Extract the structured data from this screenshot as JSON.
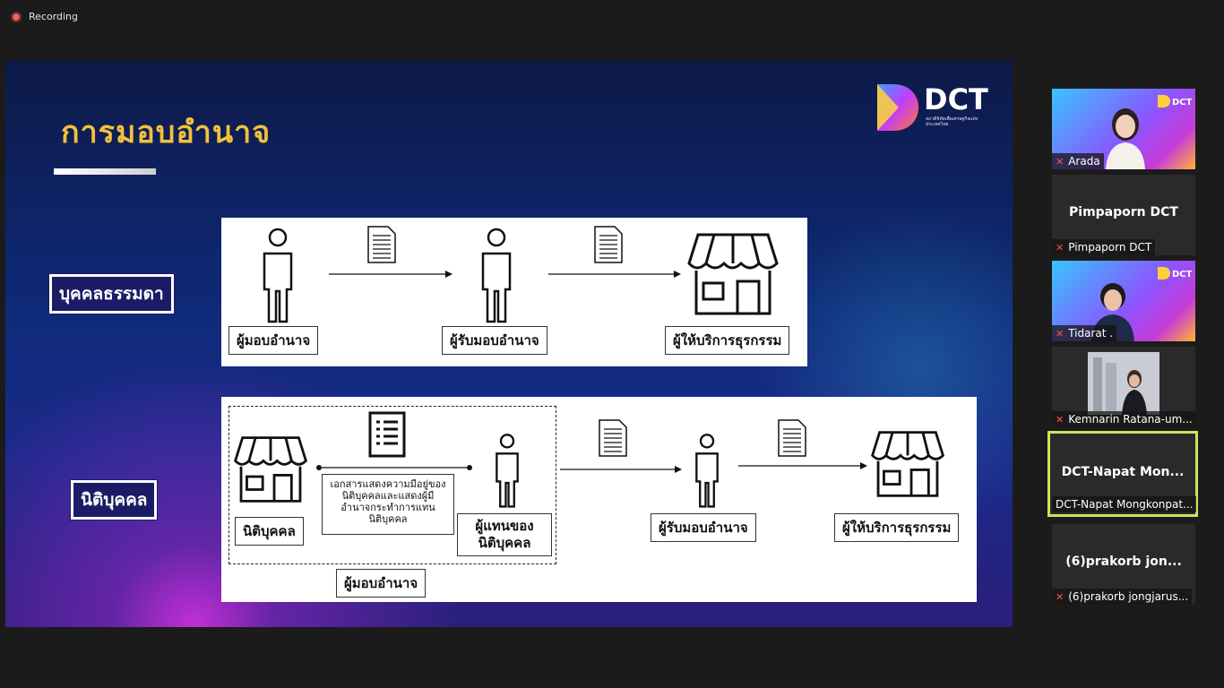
{
  "recording": {
    "label": "Recording"
  },
  "slide": {
    "title": "การมอบอำนาจ",
    "logo": {
      "word": "DCT",
      "subtitle": "สภาดิจิทัลเพื่อเศรษฐกิจแห่งประเทศไทย"
    },
    "section1": {
      "tag": "บุคคลธรรมดา",
      "labels": {
        "grantor": "ผู้มอบอำนาจ",
        "grantee": "ผู้รับมอบอำนาจ",
        "provider": "ผู้ให้บริการธุรกรรม"
      }
    },
    "section2": {
      "tag": "นิติบุคคล",
      "labels": {
        "entity": "นิติบุคคล",
        "document": "เอกสารแสดงความมีอยู่ของนิติบุคคลและแสดงผู้มีอำนาจกระทำการแทนนิติบุคคล",
        "representative": "ผู้แทนของนิติบุคคล",
        "grantee": "ผู้รับมอบอำนาจ",
        "provider": "ผู้ให้บริการธุรกรรม",
        "grantor": "ผู้มอบอำนาจ"
      }
    }
  },
  "participants": [
    {
      "name": "Arada",
      "muted": true,
      "video": true,
      "active": false
    },
    {
      "name": "Pimpaporn DCT",
      "display": "Pimpaporn DCT",
      "muted": true,
      "video": false,
      "active": false
    },
    {
      "name": "Tidarat .",
      "muted": true,
      "video": true,
      "active": false
    },
    {
      "name": "Kemnarin Ratana-um...",
      "muted": true,
      "video": true,
      "active": false
    },
    {
      "name": "DCT-Napat Mongkonpat...",
      "display": "DCT-Napat Mon...",
      "muted": false,
      "video": false,
      "active": true
    },
    {
      "name": "(6)prakorb jongjarus...",
      "display": "(6)prakorb jon...",
      "muted": true,
      "video": false,
      "active": false
    }
  ],
  "colors": {
    "accent_title": "#f3c03a",
    "active_speaker": "#c8e65a",
    "muted_icon": "#ff4e4e"
  }
}
